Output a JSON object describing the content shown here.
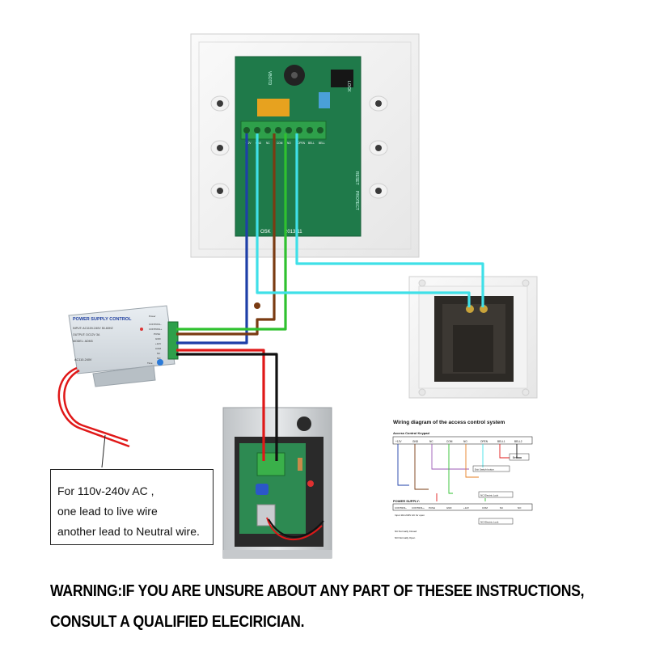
{
  "keypad": {
    "board_labels": [
      "VBOTD",
      "LOCK",
      "RESET",
      "PROTECT",
      "2013-11",
      "OSK"
    ],
    "terminal_labels": [
      "+12V",
      "GND",
      "NC",
      "COM",
      "NO",
      "OPEN",
      "BELL",
      "BELL"
    ]
  },
  "power_supply": {
    "title": "POWER SUPPLY CONTROL",
    "input": "INPUT: AC110V-240V 50-60HZ",
    "output": "OUTPUT: DC12V 3A",
    "model": "MODEL: ADM3",
    "ac": "AC110-240V",
    "terminals": [
      "CONTROL-",
      "CONTROL+",
      "PUSH",
      "GND",
      "+12V",
      "COM",
      "NC",
      "NO"
    ],
    "power_label": "Power",
    "time_label": "Time"
  },
  "note": {
    "line1": "For 110v-240v AC ,",
    "line2": "one lead to live wire",
    "line3": "another lead to Neutral wire."
  },
  "wiring_diagram": {
    "title": "Wiring diagram of the access control system",
    "keypad_label": "Access Control Keypad",
    "keypad_terminals": [
      "+12V",
      "GND",
      "NC",
      "COM",
      "NO",
      "OPEN",
      "BELL1",
      "BELL2"
    ],
    "bell_label": "Bell",
    "exit_button_label": "Exit Switch button",
    "lock_label": "NC Electric Lock",
    "lock_label2": "NO Electric Lock",
    "psu_label": "POWER SUPPLY:",
    "psu_sub": "CONTROL-/CONTROL+/PUSH",
    "psu_terminals": [
      "CONTROL-",
      "CONTROL+",
      "PUSH",
      "GND",
      "+12V",
      "COM",
      "NC",
      "NO"
    ],
    "input_label": "Input 110-240V AC for open",
    "legend1": "NC:Normally Closed",
    "legend2": "NO:Normally Open"
  },
  "warning": {
    "line1": "WARNING:IF YOU ARE UNSURE ABOUT ANY PART OF THESEE INSTRUCTIONS,",
    "line2": "CONSULT A QUALIFIED ELECIRICIAN."
  },
  "colors": {
    "wire_blue": "#1e3fa8",
    "wire_brown": "#7a3b12",
    "wire_green": "#2fc12f",
    "wire_cyan": "#3fe0e8",
    "wire_red": "#e01818",
    "wire_black": "#111111",
    "pcb_green": "#1f7a4a"
  }
}
